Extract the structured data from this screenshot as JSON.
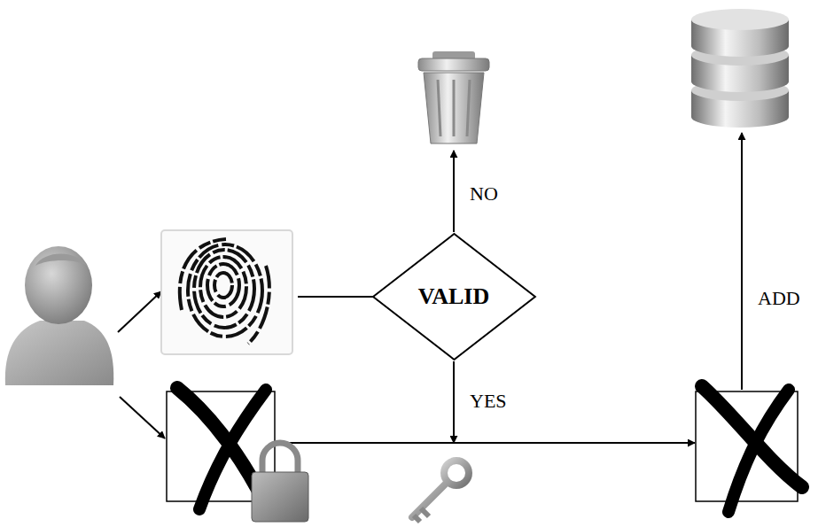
{
  "diagram": {
    "nodes": [
      {
        "text": [
          "VALID"
        ]
      }
    ],
    "labels": [
      "NO",
      "YES",
      "ADD"
    ]
  }
}
